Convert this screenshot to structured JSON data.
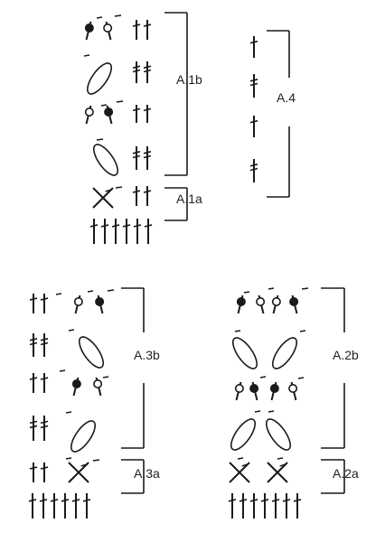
{
  "diagram": {
    "title": "",
    "ink_color": "#1a1a1a",
    "background_color": "#ffffff",
    "symbol_legend": {
      "treble": "vertical-stem-one-crossbar",
      "double_treble": "vertical-stem-two-crossbars",
      "dc_cluster_filled": "filled-dot-stitch",
      "dc_cluster_open": "open-dot-stitch",
      "chain_space": "open-ellipse",
      "chain": "short-dash"
    },
    "charts": [
      {
        "id": "A.1",
        "section_labels": [
          "A.1b",
          "A.1a"
        ]
      },
      {
        "id": "A.4",
        "section_labels": [
          "A.4"
        ]
      },
      {
        "id": "A.3",
        "section_labels": [
          "A.3b",
          "A.3a"
        ]
      },
      {
        "id": "A.2",
        "section_labels": [
          "A.2b",
          "A.2a"
        ]
      }
    ]
  }
}
